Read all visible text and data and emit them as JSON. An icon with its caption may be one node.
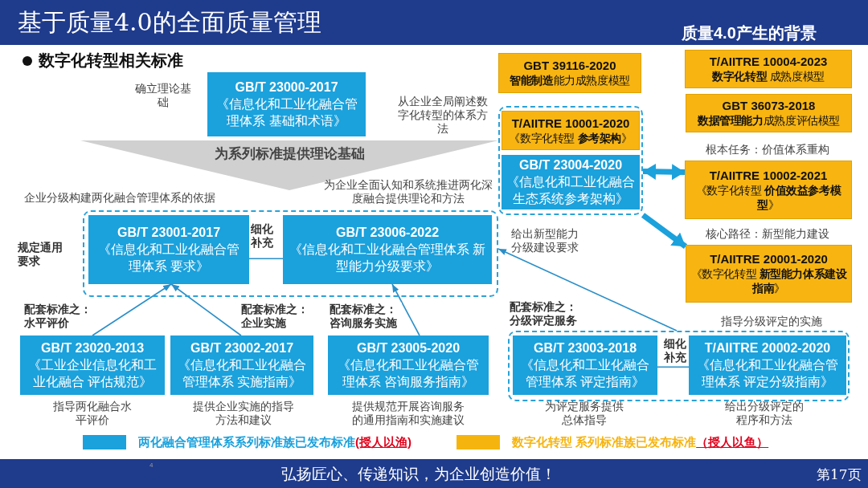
{
  "diagram": {
    "title": "基于质量4.0的全面质量管理",
    "nodes": [
      {
        "text": [
          "GB/T 23000-2017",
          "《信息化和工业化融合管理体系 基础和术语》"
        ],
        "beside": [
          "确立理论基础"
        ]
      },
      {
        "text": [
          "为系列标准提供理论基础"
        ]
      },
      {
        "text": [],
        "shape": "box",
        "beside": [
          "规定通用要求"
        ]
      },
      {
        "text": [
          "GB/T 23001-2017",
          "《信息化和工业化融合管理体系 要求》"
        ],
        "in": 2
      },
      {
        "text": [
          "GB/T 23006-2022",
          "《信息化和工业化融合管理体系 新型能力分级要求》"
        ],
        "in": 2
      },
      {
        "text": [],
        "shape": "box",
        "beside": [
          "从企业全局阐述数字化转型的体系方法",
          "给出新型能力分级建设要求"
        ]
      },
      {
        "text": [
          "T/AIITRE 10001-2020",
          "《数字化转型 **参考架构**》"
        ],
        "in": 5
      },
      {
        "text": [
          "GB/T 23004-2020",
          "《信息化和工业化融合生态系统参考架构》"
        ],
        "in": 5
      },
      {
        "text": [
          "GBT 39116-2020",
          "**智能制造**能力成熟度模型"
        ]
      },
      {
        "text": [
          "T/AIITRE 10004-2023",
          "**数字化转型** 成熟度模型"
        ]
      },
      {
        "text": [
          "GBT 36073-2018",
          "**数据管理能力**成熟度评估模型"
        ]
      },
      {
        "text": [
          "T/AIITRE 10002-2021",
          "《数字化转型 **价值效益参考模型**》"
        ],
        "beside": [
          "根本任务：价值体系重构"
        ]
      },
      {
        "text": [
          "T/AIITRE 20001-2020",
          "《数字化转型 **新型能力体系建设指南**》"
        ],
        "beside": [
          "核心路径：新型能力建设"
        ]
      },
      {
        "text": [
          "GB/T 23020-2013",
          "《工业企业信息化和工业化融合 评估规范》"
        ],
        "beside": [
          "指导两化融合水平评价"
        ]
      },
      {
        "text": [
          "GB/T 23002-2017",
          "《信息化和工业化融合管理体系 实施指南》"
        ],
        "beside": [
          "提供企业实施的指导方法和建议"
        ]
      },
      {
        "text": [
          "GB/T 23005-2020",
          "《信息化和工业化融合管理体系 咨询服务指南》"
        ],
        "beside": [
          "提供规范开展咨询服务的通用指南和实施建议"
        ]
      },
      {
        "text": [],
        "shape": "box",
        "beside": [
          "指导分级评定的实施"
        ]
      },
      {
        "text": [
          "GB/T 23003-2018",
          "《信息化和工业化融合管理体系 评定指南》"
        ],
        "in": 16,
        "beside": [
          "为评定服务提供总体指导"
        ]
      },
      {
        "text": [
          "T/AIITRE 20002-2020",
          "《信息化和工业化融合管理体系 评定分级指南》"
        ],
        "in": 16,
        "beside": [
          "给出分级评定的程序和方法"
        ]
      }
    ],
    "edges": [
      {
        "from": 13,
        "to": 3,
        "arrow": "to",
        "label": "配套标准之：水平评价"
      },
      {
        "from": 14,
        "to": 3,
        "arrow": "to",
        "label": "配套标准之：企业实施"
      },
      {
        "from": 15,
        "to": 4,
        "arrow": "to",
        "label": "配套标准之：咨询服务实施"
      },
      {
        "from": 16,
        "to": 2,
        "arrow": "to",
        "label": "配套标准之：分级评定服务"
      },
      {
        "from": 3,
        "to": 4,
        "arrow": "none",
        "label": "细化补充"
      },
      {
        "from": 17,
        "to": 18,
        "arrow": "none",
        "label": "细化补充"
      },
      {
        "from": 5,
        "to": 11,
        "arrow": "both",
        "style": "thick"
      },
      {
        "from": 5,
        "to": 12,
        "arrow": "to",
        "style": "thick"
      }
    ],
    "labels": [
      "企业分级构建两化融合管理体系的依据",
      "为企业全面认知和系统推进两化深度融合提供理论和方法",
      "数字化转型相关标准",
      "质量4.0产生的背景",
      "4",
      "弘扬匠心、传递知识，为企业创造价值！",
      "第17页"
    ],
    "legend": [
      {
        "text": "两化融合管理体系系列标准族已发布标准**(授人以渔)**",
        "color": "#1ba1dc"
      },
      {
        "text": "数字化转型 系列标准族已发布标准**（授人以鱼）**",
        "color": "#f6b40f"
      }
    ]
  }
}
